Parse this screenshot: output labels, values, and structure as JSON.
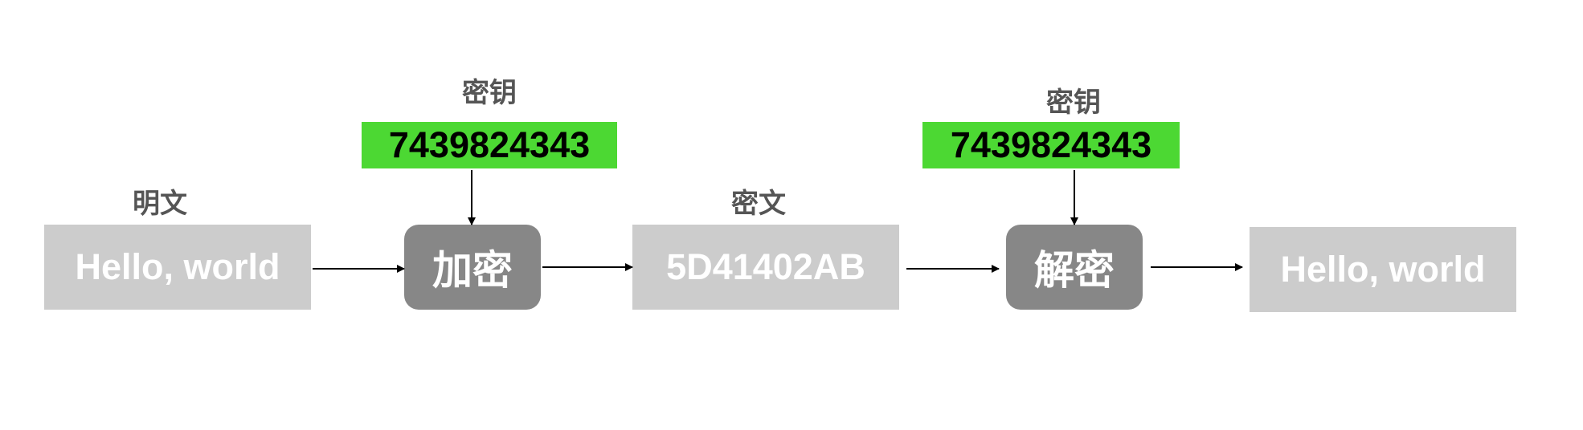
{
  "labels": {
    "plaintext": "明文",
    "ciphertext": "密文",
    "key1": "密钥",
    "key2": "密钥"
  },
  "nodes": {
    "plaintext_value": "Hello, world",
    "encrypt": "加密",
    "ciphertext_value": "5D41402AB",
    "decrypt": "解密",
    "output_value": "Hello, world",
    "key1_value": "7439824343",
    "key2_value": "7439824343"
  },
  "colors": {
    "light_box": "#cccccc",
    "dark_box": "#878787",
    "key_box": "#4cd833",
    "arrow": "#000000",
    "label_text": "#555555"
  }
}
